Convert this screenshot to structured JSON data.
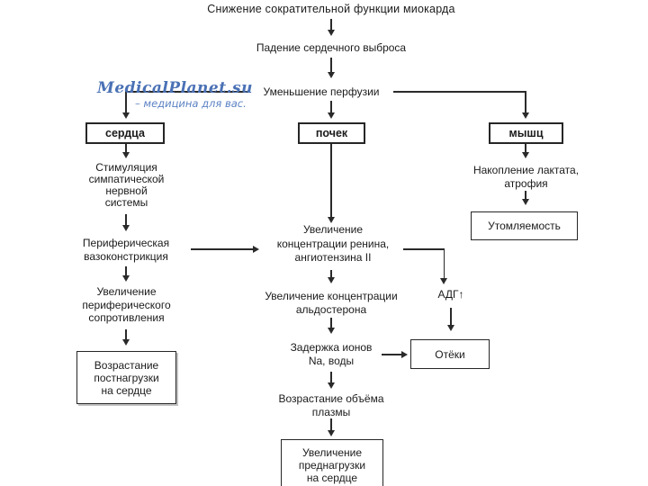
{
  "watermark": {
    "brand": "MedicalPlanet.su",
    "tagline": "– медицина для вас.",
    "brand_color": "#4a71b5",
    "tagline_color": "#5b82c4"
  },
  "flowchart": {
    "title": "Снижение сократительной функции миокарда",
    "nodes": {
      "cardiac_output": "Падение сердечного выброса",
      "perfusion": "Уменьшение перфузии",
      "heart": "сердца",
      "kidneys": "почек",
      "muscles": "мышц",
      "sympathetic": "Стимуляция\nсимпатической\nнервной\nсистемы",
      "vasoconstriction": "Периферическая\nвазоконстрикция",
      "peripheral_resistance": "Увеличение\nпериферического\nсопротивления",
      "afterload": "Возрастание\nпостнагрузки\nна сердце",
      "renin": "Увеличение\nконцентрации ренина,\nангиотензина II",
      "adh": "АДГ↑",
      "aldosterone": "Увеличение концентрации\nальдостерона",
      "sodium_retention": "Задержка ионов\nNa, воды",
      "edema": "Отёки",
      "plasma_volume": "Возрастание объёма\nплазмы",
      "preload": "Увеличение\nпреднагрузки\nна сердце",
      "lactate": "Накопление лактата,\nатрофия",
      "fatigue": "Утомляемость"
    },
    "line_color": "#2a2a2a"
  }
}
